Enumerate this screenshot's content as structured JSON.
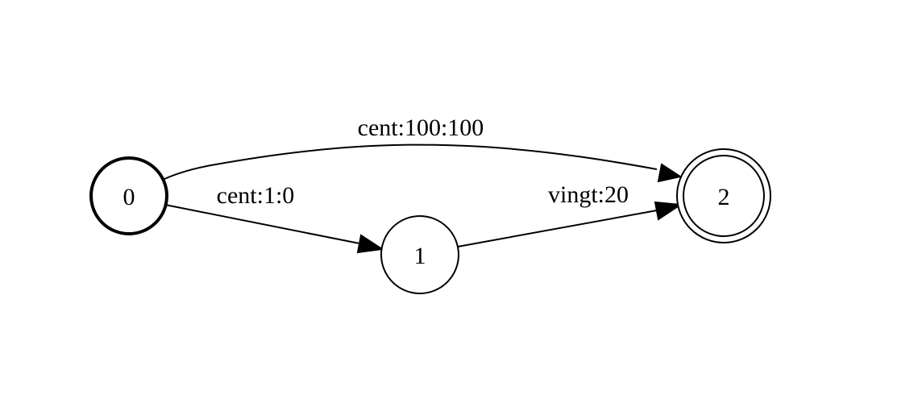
{
  "diagram": {
    "nodes": [
      {
        "id": "0",
        "label": "0",
        "initial": true,
        "final": false
      },
      {
        "id": "1",
        "label": "1",
        "initial": false,
        "final": false
      },
      {
        "id": "2",
        "label": "2",
        "initial": false,
        "final": true
      }
    ],
    "edges": [
      {
        "from": "0",
        "to": "2",
        "label": "cent:100:100"
      },
      {
        "from": "0",
        "to": "1",
        "label": "cent:1:0"
      },
      {
        "from": "1",
        "to": "2",
        "label": "vingt:20"
      }
    ]
  }
}
